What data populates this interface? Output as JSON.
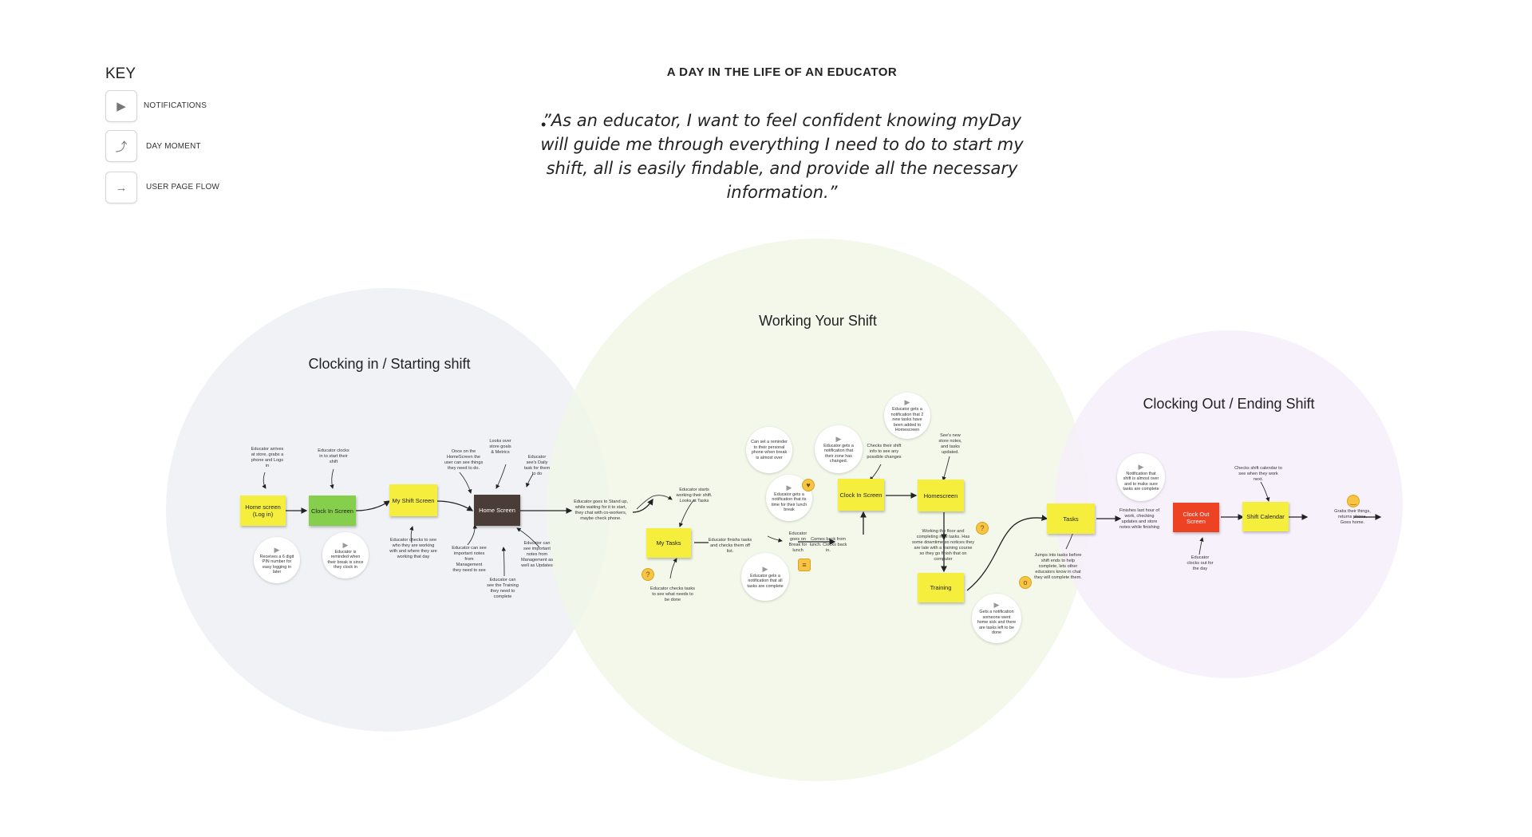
{
  "key": {
    "title": "KEY",
    "items": [
      {
        "label": "NOTIFICATIONS",
        "icon": "megaphone-icon"
      },
      {
        "label": "DAY MOMENT",
        "icon": "curved-arrow-icon"
      },
      {
        "label": "USER PAGE FLOW",
        "icon": "arrow-right-icon"
      }
    ]
  },
  "title": "A DAY IN THE LIFE OF AN EDUCATOR",
  "quote": "”As an educator, I want to feel confident knowing myDay will guide me through everything I need to do to start my shift, all is easily findable, and provide all the necessary information.”",
  "phases": [
    {
      "title": "Clocking in / Starting shift",
      "color": "#eef1f4"
    },
    {
      "title": "Working Your Shift",
      "color": "#f2f8ea"
    },
    {
      "title": "Clocking Out / Ending Shift",
      "color": "#f6f0fb"
    }
  ],
  "screens": {
    "home_login": "Home screen (Log in)",
    "clock_in": "Clock In Screen",
    "my_shift": "My Shift Screen",
    "home": "Home Screen",
    "my_tasks": "My Tasks",
    "clock_in_2": "Clock In Screen",
    "homescreen": "Homescreen",
    "training": "Training",
    "tasks": "Tasks",
    "clock_out": "Clock Out Screen",
    "shift_calendar": "Shift Calendar"
  },
  "notes": {
    "n1": "Educator arrives at store, grabs a phone and Logs in",
    "n2": "Educator clocks in to start their shift",
    "n3": "Once on the HomeScreen the user can see things they need to do.",
    "n4": "Looks over store goals & Metrics",
    "n5": "Educator see's Daily task for them to do",
    "n6": "Educator checks to see who they are working with and where they are working that day",
    "n7": "Educator can see important notes from Management they need to see",
    "n8": "Educator can see the Training they need to complete",
    "n9": "Educator can see important notes from Management as well as Updates",
    "n10": "Educator goes to Stand up, while waiting for it to start, they chat with co-workers, maybe check phone.",
    "n11": "Educator starts working their shift. Looks at Tasks",
    "n12": "Educator finishs tasks and checks them off list.",
    "n13": "Educator checks tasks to see what needs to be done",
    "n14": "Educator goes on Break for lunch",
    "n15": "Comes back from lunch. Clocks back in.",
    "n16": "Checks their shift info to see any possible changes",
    "n17": "See's new store notes, and tasks updated.",
    "n18": "Working the floor and completing new tasks. Has some downtime so notices they are late with a training course so they go finish that on computer",
    "n19": "Jumps into tasks before shift ends to help complete, lets other educators know in chat they will complete them.",
    "n20": "Finishes last hour of work, checking updates and store notes while finishing",
    "n21": "Educator clocks out for the day",
    "n22": "Checks shift calendar to see when they work next.",
    "n23": "Grabs their things, returns phone. Goes home."
  },
  "bubbles": {
    "b1": "Receives a 6 digit PIN number for easy logging in later",
    "b2": "Educator is reminded when their break is since they clock in",
    "b3": "Can set a reminder to their personal phone when break is almost over",
    "b4": "Educator gets a notification that its time for their lunch break",
    "b5": "Educator gets a notification that their zone has changed.",
    "b6": "Educator gets a notification that 2 new tasks have been added to Homescreen",
    "b7": "Educator gets a notification that all tasks are complete",
    "b8": "Gets a notification someone went home sick and there are tasks left to be done",
    "b9": "Notification that shift is almost over and to make sure tasks are complete"
  }
}
